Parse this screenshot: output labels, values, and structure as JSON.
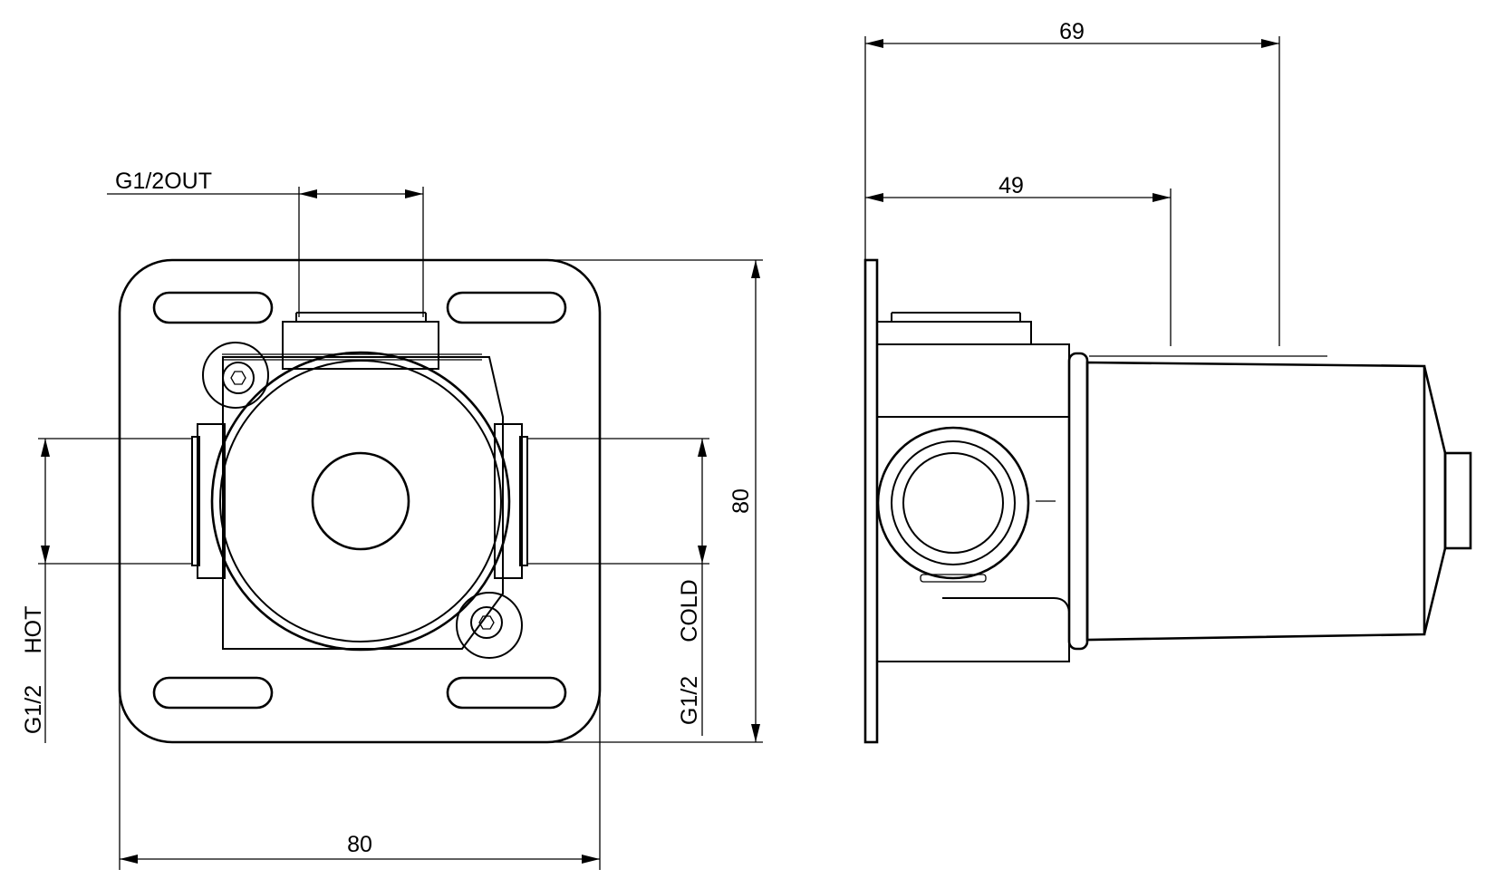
{
  "front_view": {
    "width_dim": "80",
    "height_dim": "80",
    "outlet_label": "G1/2OUT",
    "hot_size": "G1/2",
    "hot_label": "HOT",
    "cold_size": "G1/2",
    "cold_label": "COLD"
  },
  "side_view": {
    "depth_dim_total": "69",
    "depth_dim_body": "49"
  },
  "colors": {
    "line": "#000000",
    "background": "#ffffff"
  }
}
